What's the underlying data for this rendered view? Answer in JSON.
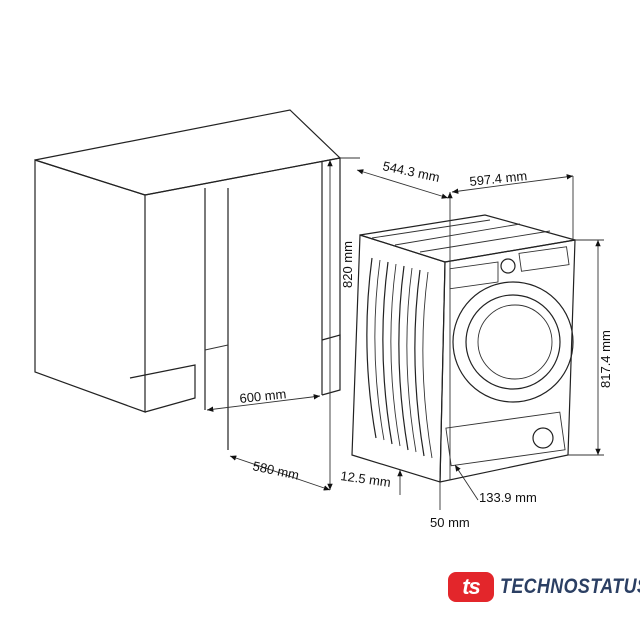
{
  "dimensions": {
    "cabinet_width": "600 mm",
    "cabinet_depth": "580 mm",
    "cabinet_height": "820 mm",
    "machine_depth": "544.3 mm",
    "machine_width": "597.4 mm",
    "machine_height": "817.4 mm",
    "foot_offset": "12.5 mm",
    "plinth_height": "50 mm",
    "plinth_depth": "133.9 mm"
  },
  "brand": {
    "name": "TECHNOSTATUS",
    "mark": "ts",
    "color": "#e3262b",
    "text_color": "#2b3f63"
  }
}
